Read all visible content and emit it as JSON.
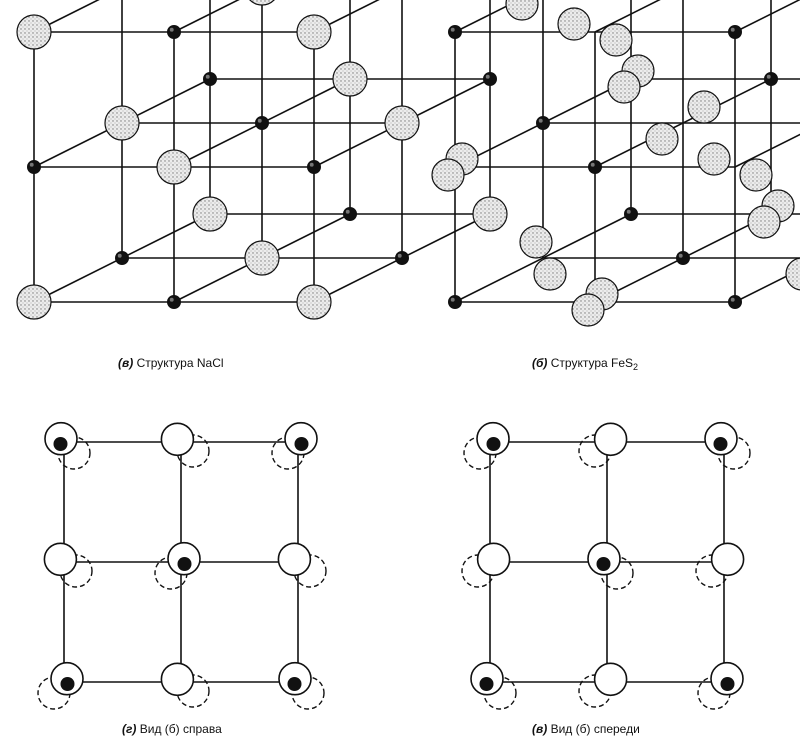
{
  "captions": {
    "a": {
      "marker": "(в)",
      "text": "Структура NaCl"
    },
    "b": {
      "marker": "(б)",
      "text": "Структура FeS",
      "subscript": "2"
    },
    "c": {
      "marker": "(г)",
      "text": "Вид (б)  справа"
    },
    "d": {
      "marker": "(в)",
      "text": "Вид (б)  спереди"
    }
  },
  "colors": {
    "line": "#111111",
    "anion_fill": "#d9d9d9",
    "cation_fill": "#111111",
    "open_fill": "#ffffff"
  }
}
